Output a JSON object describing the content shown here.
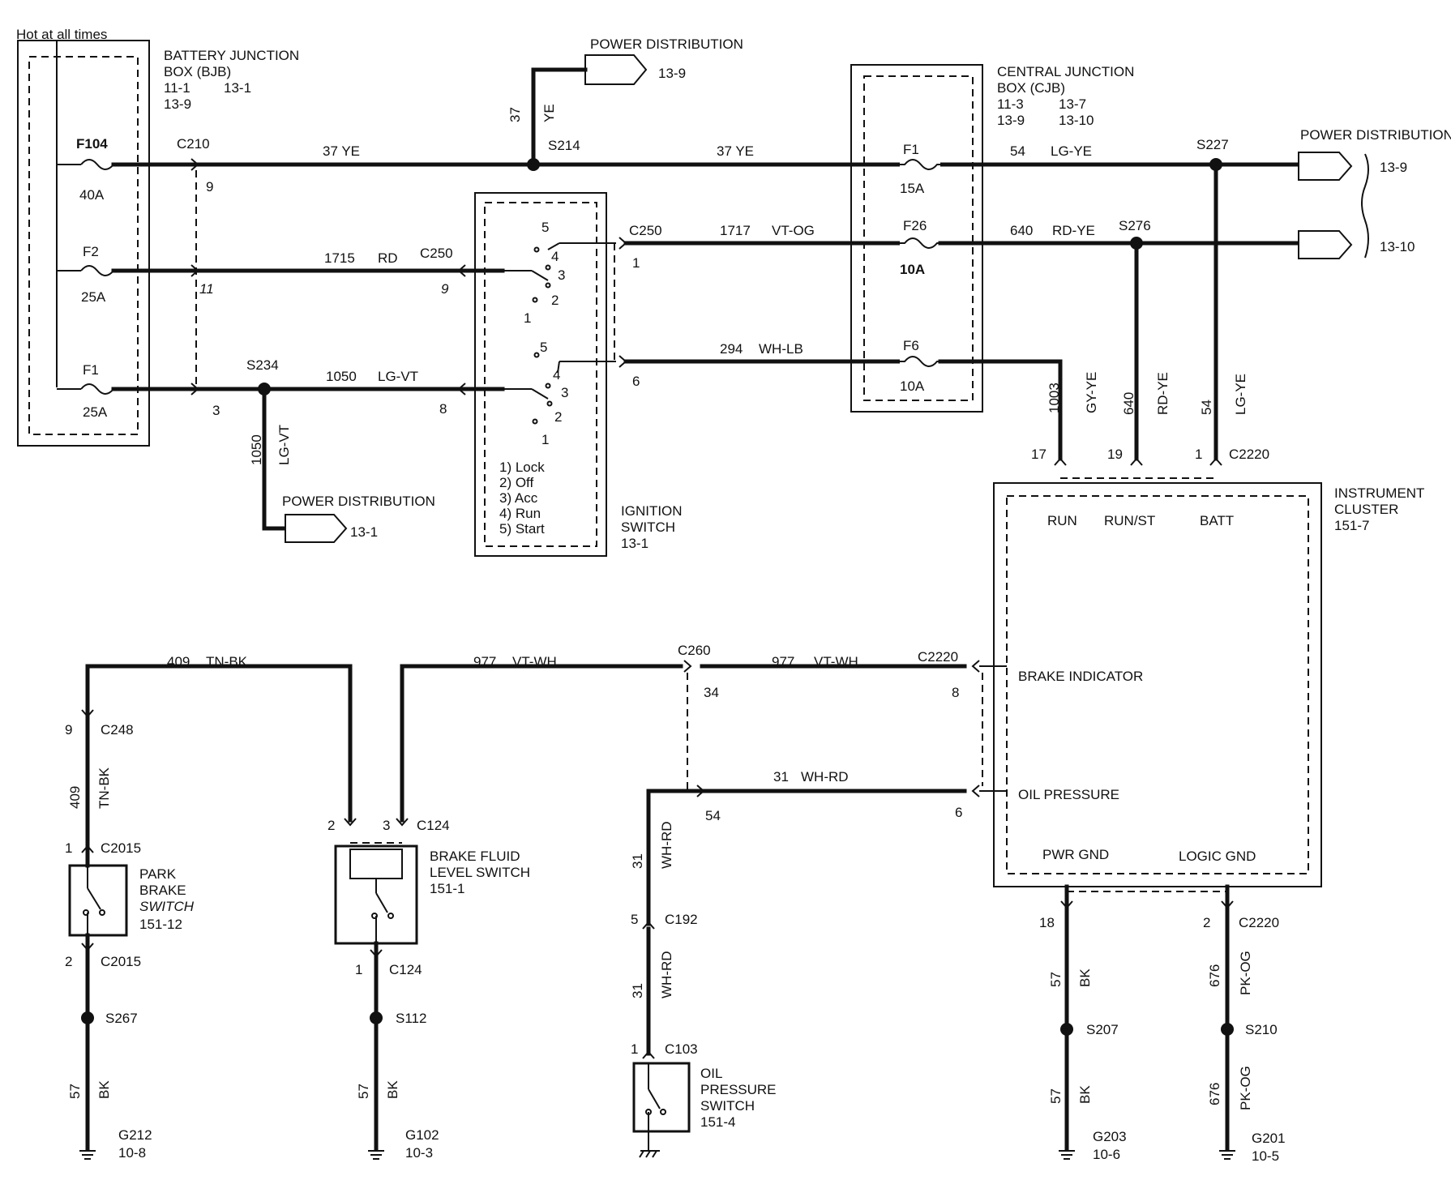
{
  "bjb": {
    "hot": "Hot at all times",
    "name1": "BATTERY  JUNCTION",
    "name2": "BOX (BJB)",
    "ref1a": "11-1",
    "ref1b": "13-1",
    "ref2": "13-9"
  },
  "cjb": {
    "name1": "CENTRAL  JUNCTION",
    "name2": "BOX (CJB)",
    "r1a": "11-3",
    "r1b": "13-7",
    "r2a": "13-9",
    "r2b": "13-10"
  },
  "fuses": {
    "f104": {
      "name": "F104",
      "rating": "40A"
    },
    "f2": {
      "name": "F2",
      "rating": "25A"
    },
    "f1b": {
      "name": "F1",
      "rating": "25A"
    },
    "f1c": {
      "name": "F1",
      "rating": "15A"
    },
    "f26": {
      "name": "F26",
      "rating": "10A"
    },
    "f6": {
      "name": "F6",
      "rating": "10A"
    }
  },
  "power_dist": {
    "label": "POWER DISTRIBUTION",
    "top_ref": "13-9",
    "right_ref1": "13-9",
    "right_ref2": "13-10",
    "bottom_ref": "13-1"
  },
  "wires": {
    "w37a": "37  YE",
    "w37b": "37  YE",
    "w37v_num": "37",
    "w37v_col": "YE",
    "w1715": "1715",
    "w1715c": "RD",
    "w1050": "1050",
    "w1050c": "LG-VT",
    "w1050v_num": "1050",
    "w1050v_col": "LG-VT",
    "w1717": "1717",
    "w1717c": "VT-OG",
    "w294": "294",
    "w294c": "WH-LB",
    "w54": "54",
    "w54c": "LG-YE",
    "w640": "640",
    "w640c": "RD-YE",
    "v1003n": "1003",
    "v1003c": "GY-YE",
    "v640n": "640",
    "v640c": "RD-YE",
    "v54n": "54",
    "v54c": "LG-YE",
    "w409": "409",
    "w409c": "TN-BK",
    "v409n": "409",
    "v409c": "TN-BK",
    "w977a": "977",
    "w977ac": "VT-WH",
    "w977b": "977",
    "w977bc": "VT-WH",
    "w31": "31",
    "w31c": "WH-RD",
    "v31an": "31",
    "v31ac": "WH-RD",
    "v31bn": "31",
    "v31bc": "WH-RD",
    "v57a_n": "57",
    "v57a_c": "BK",
    "v57b_n": "57",
    "v57b_c": "BK",
    "v57c_n": "57",
    "v57c_c": "BK",
    "v57d_n": "57",
    "v57d_c": "BK",
    "v676a_n": "676",
    "v676a_c": "PK-OG",
    "v676b_n": "676",
    "v676b_c": "PK-OG"
  },
  "connectors": {
    "c210": "C210",
    "c210p9": "9",
    "c210p11": "11",
    "c210p3": "3",
    "c250a": "C250",
    "c250ap": "9",
    "c250b": "C250",
    "c250bp": "1",
    "c250p6": "6",
    "c250p8": "8",
    "c2220": "C2220",
    "c2220p17": "17",
    "c2220p19": "19",
    "c2220p1": "1",
    "c260": "C260",
    "c260p34": "34",
    "c260p54": "54",
    "c2220b": "C2220",
    "c2220bp8": "8",
    "c2220bp6": "6",
    "c248": "C248",
    "c248p": "9",
    "c2015a": "C2015",
    "c2015ap": "1",
    "c2015b": "C2015",
    "c2015bp": "2",
    "c124a": "C124",
    "c124ap2": "2",
    "c124ap3": "3",
    "c124b": "C124",
    "c124bp": "1",
    "c192": "C192",
    "c192p": "5",
    "c103": "C103",
    "c103p": "1",
    "c2220c_p18": "18",
    "c2220c": "C2220",
    "c2220c_p2": "2"
  },
  "splices": {
    "s214": "S214",
    "s227": "S227",
    "s276": "S276",
    "s234": "S234",
    "s267": "S267",
    "s112": "S112",
    "s207": "S207",
    "s210": "S210"
  },
  "ignition": {
    "positions": [
      "1) Lock",
      "2) Off",
      "3) Acc",
      "4) Run",
      "5) Start"
    ],
    "title1": "IGNITION",
    "title2": "SWITCH",
    "ref": "13-1",
    "n5a": "5",
    "n4a": "4",
    "n3a": "3",
    "n2a": "2",
    "n1a": "1",
    "n5b": "5",
    "n4b": "4",
    "n3b": "3",
    "n2b": "2",
    "n1b": "1"
  },
  "cluster": {
    "title1": "INSTRUMENT",
    "title2": "CLUSTER",
    "ref": "151-7",
    "run": "RUN",
    "runst": "RUN/ST",
    "batt": "BATT",
    "brake": "BRAKE INDICATOR",
    "oil": "OIL PRESSURE",
    "pwrgnd": "PWR GND",
    "logicgnd": "LOGIC GND"
  },
  "switches": {
    "park1": "PARK",
    "park2": "BRAKE",
    "park3": "SWITCH",
    "park_ref": "151-12",
    "brake1": "BRAKE FLUID",
    "brake2": "LEVEL SWITCH",
    "brake_ref": "151-1",
    "oil1": "OIL",
    "oil2": "PRESSURE",
    "oil3": "SWITCH",
    "oil_ref": "151-4"
  },
  "grounds": {
    "g212": "G212",
    "g212r": "10-8",
    "g102": "G102",
    "g102r": "10-3",
    "g203": "G203",
    "g203r": "10-6",
    "g201": "G201",
    "g201r": "10-5"
  }
}
